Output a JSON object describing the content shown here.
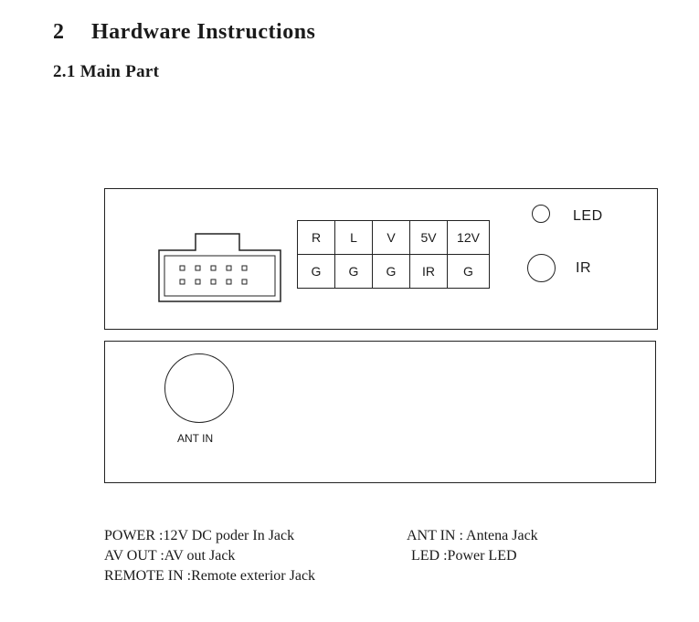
{
  "section": {
    "number": "2",
    "title": "Hardware Instructions",
    "subsection": "2.1 Main Part"
  },
  "pin_table": {
    "top_row": [
      "R",
      "L",
      "V",
      "5V",
      "12V"
    ],
    "bottom_row": [
      "G",
      "G",
      "G",
      "IR",
      "G"
    ]
  },
  "indicators": {
    "led_label": "LED",
    "ir_label": "IR"
  },
  "antenna": {
    "label": "ANT IN"
  },
  "legend": {
    "left": [
      "POWER :12V DC poder In Jack",
      "AV OUT :AV out Jack",
      "REMOTE IN :Remote exterior Jack"
    ],
    "right": [
      "ANT IN : Antena Jack",
      "LED :Power LED"
    ]
  }
}
